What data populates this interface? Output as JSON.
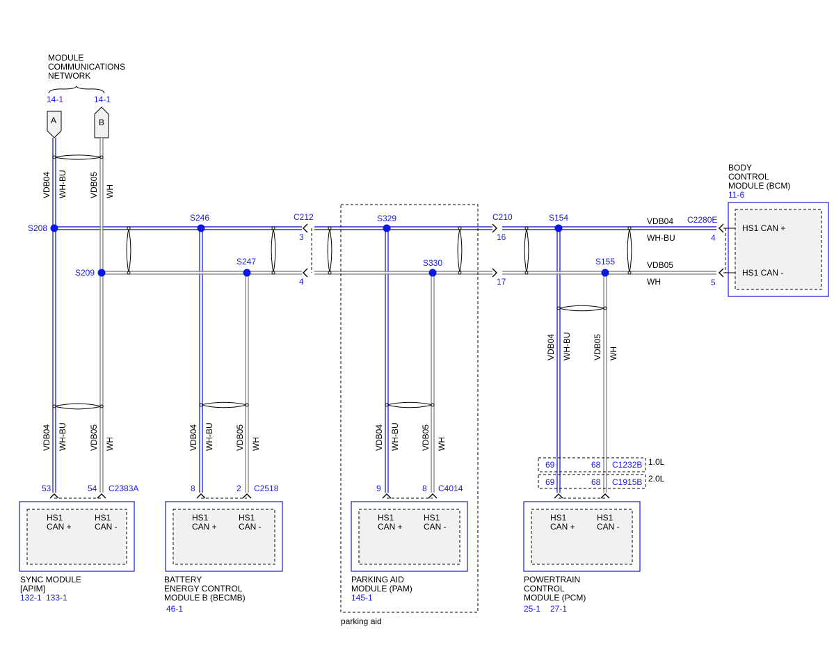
{
  "network": {
    "line1": "MODULE",
    "line2": "COMMUNICATIONS",
    "line3": "NETWORK",
    "ref_a": "14-1",
    "ref_b": "14-1",
    "conn_a": "A",
    "conn_b": "B"
  },
  "wires": {
    "vdb04": "VDB04",
    "whbu": "WH-BU",
    "vdb05": "VDB05",
    "wh": "WH"
  },
  "splices": {
    "s208": "S208",
    "s209": "S209",
    "s246": "S246",
    "s247": "S247",
    "s329": "S329",
    "s330": "S330",
    "s154": "S154",
    "s155": "S155"
  },
  "connectors": {
    "c212": {
      "name": "C212",
      "pin_hi": "3",
      "pin_lo": "4"
    },
    "c210": {
      "name": "C210",
      "pin_hi": "16",
      "pin_lo": "17"
    },
    "c2280e": {
      "name": "C2280E",
      "pin_hi": "4",
      "pin_lo": "5"
    }
  },
  "bcm": {
    "line1": "BODY",
    "line2": "CONTROL",
    "line3": "MODULE (BCM)",
    "ref": "11-6",
    "pin_hi_label": "HS1 CAN +",
    "pin_lo_label": "HS1 CAN -"
  },
  "modules": [
    {
      "line1": "SYNC MODULE",
      "line2": "[APIM]",
      "line3": "",
      "ref1": "132-1",
      "ref2": "133-1",
      "connector": "C2383A",
      "pin_hi": "53",
      "pin_lo": "54",
      "hs1": "HS1",
      "can_hi": "CAN +",
      "can_lo": "CAN -"
    },
    {
      "line1": "BATTERY",
      "line2": "ENERGY CONTROL",
      "line3": "MODULE B (BECMB)",
      "ref1": "46-1",
      "ref2": "",
      "connector": "C2518",
      "pin_hi": "8",
      "pin_lo": "2",
      "hs1": "HS1",
      "can_hi": "CAN +",
      "can_lo": "CAN -"
    },
    {
      "line1": "PARKING AID",
      "line2": "MODULE (PAM)",
      "line3": "",
      "ref1": "145-1",
      "ref2": "",
      "connector": "C4014",
      "pin_hi": "9",
      "pin_lo": "8",
      "hs1": "HS1",
      "can_hi": "CAN +",
      "can_lo": "CAN -"
    },
    {
      "line1": "POWERTRAIN",
      "line2": "CONTROL",
      "line3": "MODULE (PCM)",
      "ref1": "25-1",
      "ref2": "27-1",
      "connector": "",
      "pin_hi": "",
      "pin_lo": "",
      "hs1": "HS1",
      "can_hi": "CAN +",
      "can_lo": "CAN -"
    }
  ],
  "pcm_connectors": [
    {
      "pin_hi": "69",
      "pin_lo": "68",
      "name": "C1232B",
      "variant": "1.0L"
    },
    {
      "pin_hi": "69",
      "pin_lo": "68",
      "name": "C1915B",
      "variant": "2.0L"
    }
  ],
  "parking_aid_label": "parking aid"
}
